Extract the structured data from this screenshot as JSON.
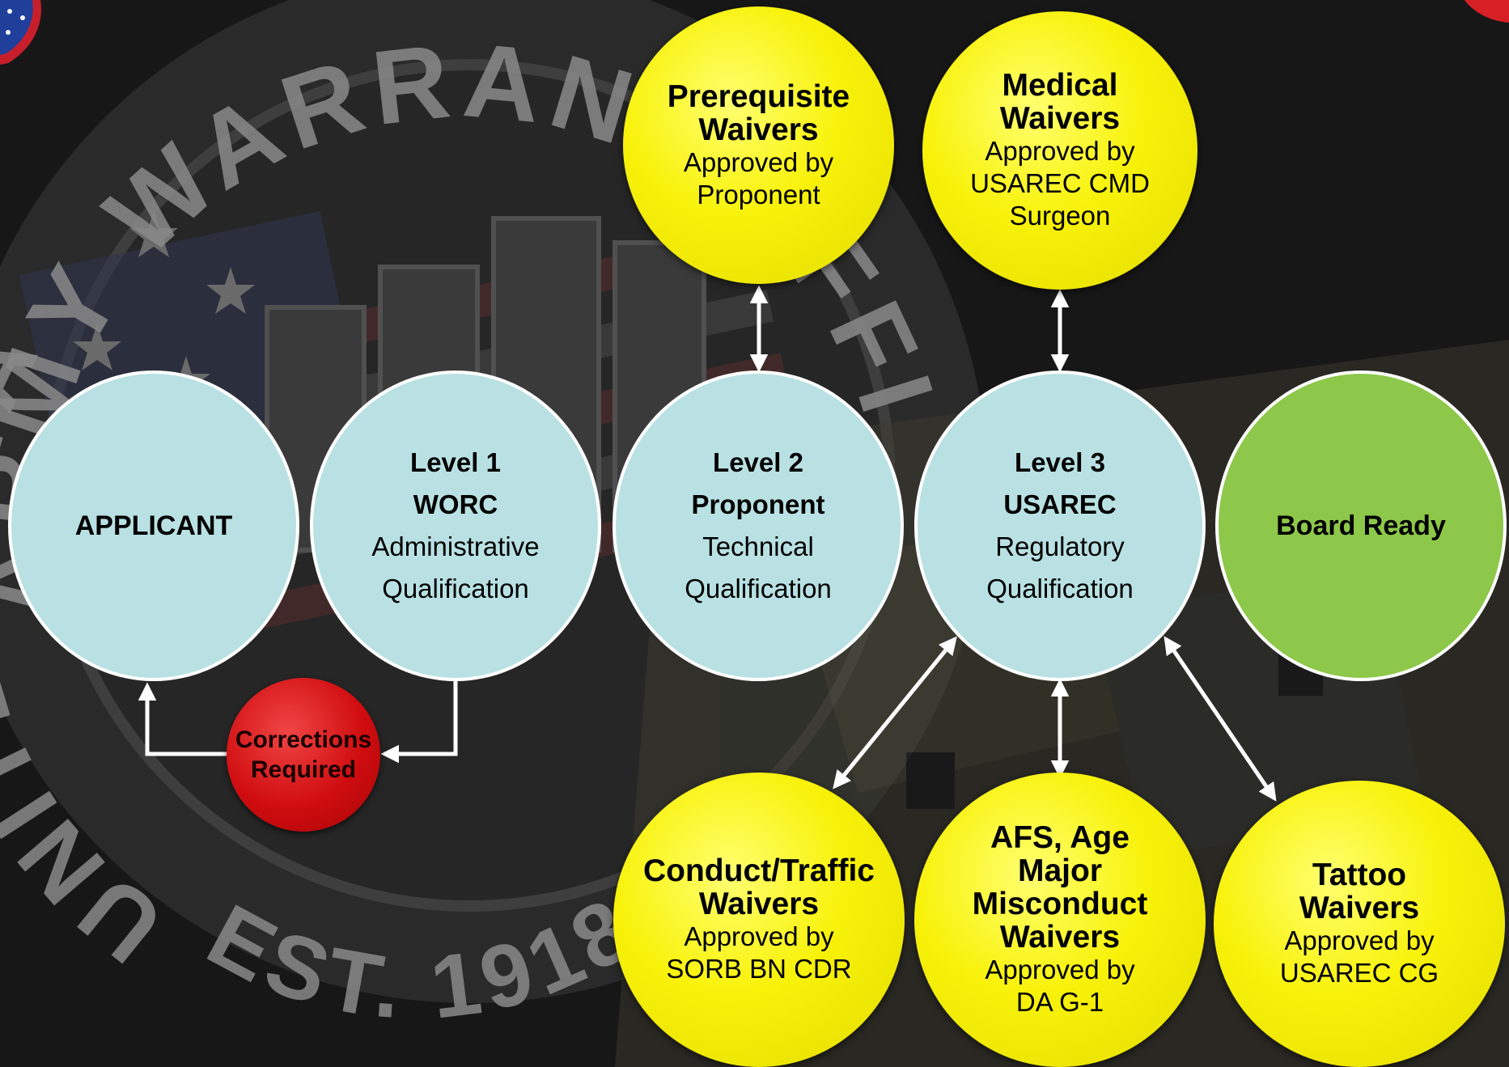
{
  "colors": {
    "background": "#161616",
    "level_node_fill": "#b9e1e3",
    "board_ready_fill": "#8dc84a",
    "waiver_node_fill": "#f8f20a",
    "corrections_fill": "#d00d10",
    "connector_color": "#ffffff",
    "watermark_color": "#8a8a8a"
  },
  "watermark": {
    "top_text": "ARMY WARRANT OFFICER",
    "left_text": "UNITED STATES",
    "bottom_text": "EST. 1918"
  },
  "nodes": {
    "applicant": {
      "label": "APPLICANT"
    },
    "level1": {
      "level": "Level 1",
      "org": "WORC",
      "line1": "Administrative",
      "line2": "Qualification"
    },
    "level2": {
      "level": "Level 2",
      "org": "Proponent",
      "line1": "Technical",
      "line2": "Qualification"
    },
    "level3": {
      "level": "Level 3",
      "org": "USAREC",
      "line1": "Regulatory",
      "line2": "Qualification"
    },
    "board_ready": {
      "label": "Board Ready"
    },
    "corrections": {
      "line1": "Corrections",
      "line2": "Required"
    }
  },
  "waivers": {
    "prerequisite": {
      "title1": "Prerequisite",
      "title2": "Waivers",
      "sub1": "Approved by",
      "sub2": "Proponent"
    },
    "medical": {
      "title1": "Medical",
      "title2": "Waivers",
      "sub1": "Approved by",
      "sub2": "USAREC CMD",
      "sub3": "Surgeon"
    },
    "conduct": {
      "title1": "Conduct/Traffic",
      "title2": "Waivers",
      "sub1": "Approved by",
      "sub2": "SORB BN CDR"
    },
    "afs": {
      "title1": "AFS, Age",
      "title2": "Major",
      "title3": "Misconduct",
      "title4": "Waivers",
      "sub1": "Approved by",
      "sub2": "DA G-1"
    },
    "tattoo": {
      "title1": "Tattoo",
      "title2": "Waivers",
      "sub1": "Approved by",
      "sub2": "USAREC CG"
    }
  }
}
